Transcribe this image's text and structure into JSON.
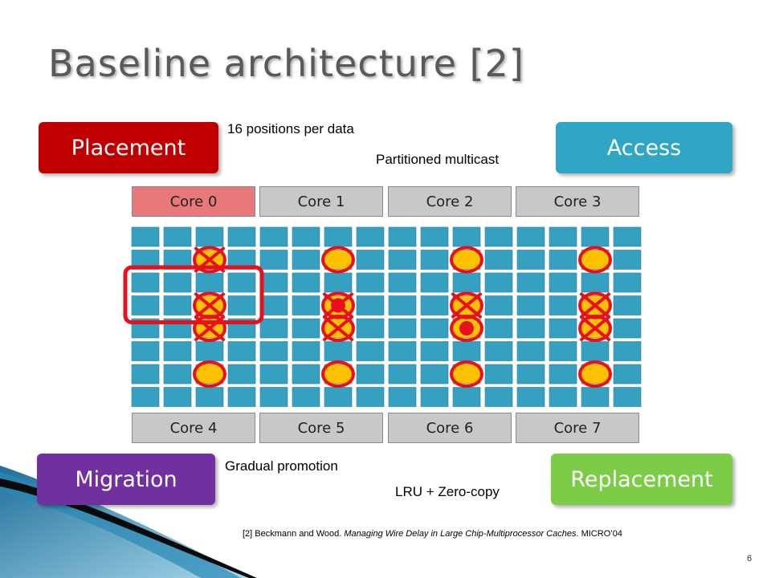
{
  "title": "Baseline architecture [2]",
  "badges": {
    "placement": "Placement",
    "access": "Access",
    "migration": "Migration",
    "replacement": "Replacement"
  },
  "notes": {
    "positions": "16 positions per data",
    "multicast": "Partitioned multicast",
    "promotion": "Gradual promotion",
    "lru": "LRU + Zero-copy"
  },
  "cores": [
    "Core 0",
    "Core 1",
    "Core 2",
    "Core 3",
    "Core 4",
    "Core 5",
    "Core 6",
    "Core 7"
  ],
  "reference": {
    "prefix": "[2] Beckmann and Wood. ",
    "title": "Managing Wire Delay in Large Chip-Multiprocessor Caches",
    "suffix": ". MICRO’04"
  },
  "page_number": "6",
  "colors": {
    "placement": "#c00000",
    "access": "#31a5c4",
    "migration": "#7030a0",
    "replacement": "#7ccc48",
    "core_active": "#e8787a",
    "core": "#c8c8c8",
    "bank": "#35a0c0",
    "data_bank": "#ffc000",
    "mark": "#e8101c"
  },
  "grid": {
    "columns": 16,
    "rows": 8,
    "data_columns": [
      2,
      6,
      10,
      14
    ],
    "data_rows": [
      1,
      3,
      4,
      6
    ],
    "crossed": [
      [
        2,
        1
      ],
      [
        2,
        3
      ],
      [
        2,
        4
      ],
      [
        6,
        3
      ],
      [
        6,
        4
      ],
      [
        10,
        3
      ],
      [
        14,
        3
      ],
      [
        14,
        4
      ]
    ],
    "dots": [
      [
        6,
        3
      ],
      [
        10,
        4
      ]
    ],
    "highlight": {
      "col_start": 0,
      "col_end": 3,
      "row_start": 2,
      "row_end": 3
    }
  }
}
